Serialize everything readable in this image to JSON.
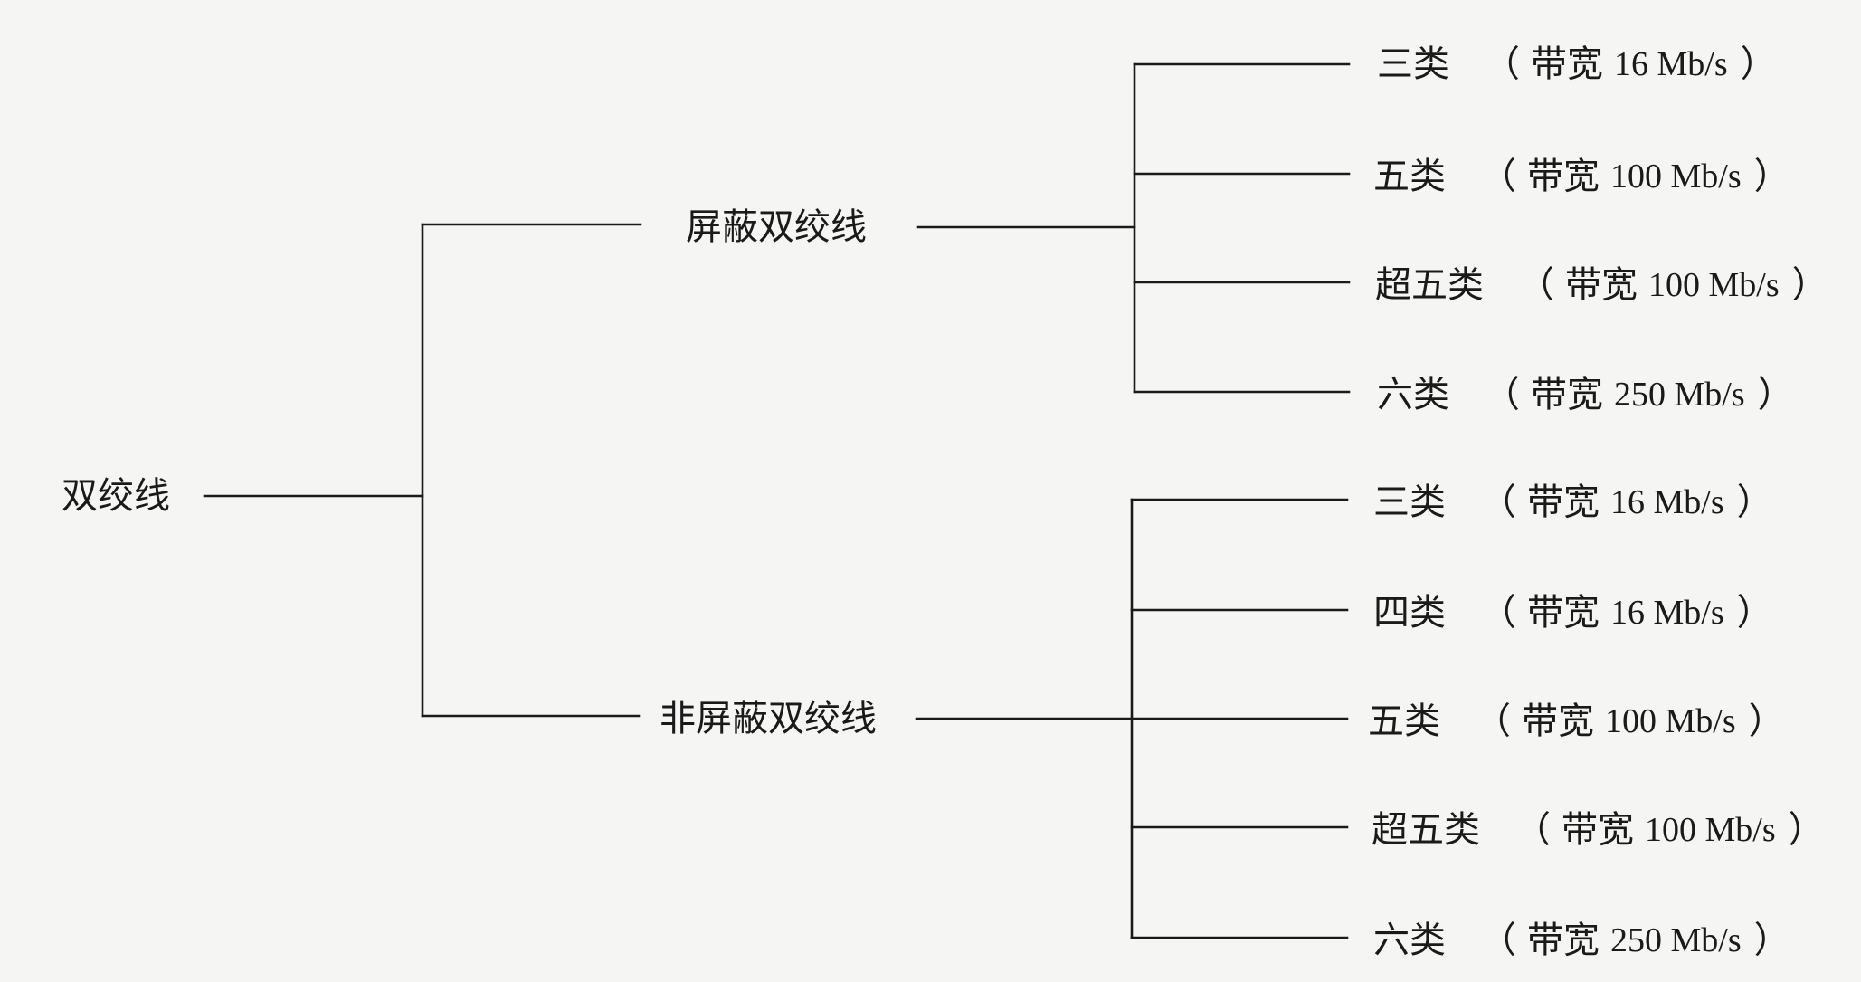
{
  "root": {
    "label": "双绞线"
  },
  "branches": [
    {
      "label": "屏蔽双绞线",
      "children": [
        {
          "name": "三类",
          "bandwidth_word": "带宽",
          "bandwidth_value": "16 Mb/s",
          "open": "（",
          "close": "）"
        },
        {
          "name": "五类",
          "bandwidth_word": "带宽",
          "bandwidth_value": "100 Mb/s",
          "open": "（",
          "close": "）"
        },
        {
          "name": "超五类",
          "bandwidth_word": "带宽",
          "bandwidth_value": "100 Mb/s",
          "open": "（",
          "close": "）"
        },
        {
          "name": "六类",
          "bandwidth_word": "带宽",
          "bandwidth_value": "250 Mb/s",
          "open": "（",
          "close": "）"
        }
      ]
    },
    {
      "label": "非屏蔽双绞线",
      "children": [
        {
          "name": "三类",
          "bandwidth_word": "带宽",
          "bandwidth_value": "16 Mb/s",
          "open": "（",
          "close": "）"
        },
        {
          "name": "四类",
          "bandwidth_word": "带宽",
          "bandwidth_value": "16 Mb/s",
          "open": "（",
          "close": "）"
        },
        {
          "name": "五类",
          "bandwidth_word": "带宽",
          "bandwidth_value": "100 Mb/s",
          "open": "（",
          "close": "）"
        },
        {
          "name": "超五类",
          "bandwidth_word": "带宽",
          "bandwidth_value": "100 Mb/s",
          "open": "（",
          "close": "）"
        },
        {
          "name": "六类",
          "bandwidth_word": "带宽",
          "bandwidth_value": "250 Mb/s",
          "open": "（",
          "close": "）"
        }
      ]
    }
  ],
  "colors": {
    "background": "#f5f5f3",
    "line": "#1a1a1a",
    "text": "#1a1a1a"
  }
}
